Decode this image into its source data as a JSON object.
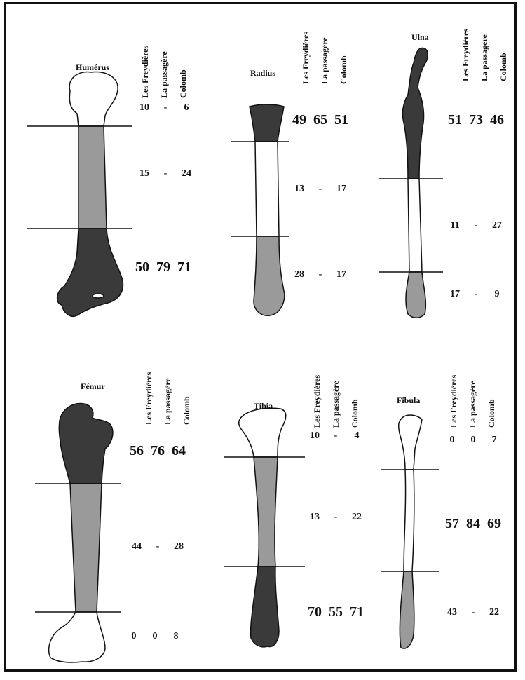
{
  "column_headers": [
    "Les Freydières",
    "La passagère",
    "Colomb"
  ],
  "bones": [
    {
      "name": "Humérus",
      "rows": [
        {
          "values": [
            "10",
            "-",
            "6"
          ],
          "emphasis": "small"
        },
        {
          "values": [
            "15",
            "-",
            "24"
          ],
          "emphasis": "small"
        },
        {
          "values": [
            "50",
            "79",
            "71"
          ],
          "emphasis": "big"
        }
      ]
    },
    {
      "name": "Radius",
      "rows": [
        {
          "values": [
            "49",
            "65",
            "51"
          ],
          "emphasis": "big"
        },
        {
          "values": [
            "13",
            "-",
            "17"
          ],
          "emphasis": "small"
        },
        {
          "values": [
            "28",
            "-",
            "17"
          ],
          "emphasis": "small"
        }
      ]
    },
    {
      "name": "Ulna",
      "rows": [
        {
          "values": [
            "51",
            "73",
            "46"
          ],
          "emphasis": "big"
        },
        {
          "values": [
            "11",
            "-",
            "27"
          ],
          "emphasis": "small"
        },
        {
          "values": [
            "17",
            "-",
            "9"
          ],
          "emphasis": "small"
        }
      ]
    },
    {
      "name": "Fémur",
      "rows": [
        {
          "values": [
            "56",
            "76",
            "64"
          ],
          "emphasis": "big"
        },
        {
          "values": [
            "44",
            "-",
            "28"
          ],
          "emphasis": "small"
        },
        {
          "values": [
            "0",
            "0",
            "8"
          ],
          "emphasis": "small"
        }
      ]
    },
    {
      "name": "Tibia",
      "rows": [
        {
          "values": [
            "10",
            "-",
            "4"
          ],
          "emphasis": "small"
        },
        {
          "values": [
            "13",
            "-",
            "22"
          ],
          "emphasis": "small"
        },
        {
          "values": [
            "70",
            "55",
            "71"
          ],
          "emphasis": "big"
        }
      ]
    },
    {
      "name": "Fibula",
      "rows": [
        {
          "values": [
            "0",
            "0",
            "7"
          ],
          "emphasis": "small"
        },
        {
          "values": [
            "57",
            "84",
            "69"
          ],
          "emphasis": "big"
        },
        {
          "values": [
            "43",
            "-",
            "22"
          ],
          "emphasis": "small"
        }
      ]
    }
  ],
  "colors": {
    "high": "#3a3a3a",
    "medium": "#9a9a9a",
    "low": "#ffffff",
    "outline": "#111111"
  }
}
